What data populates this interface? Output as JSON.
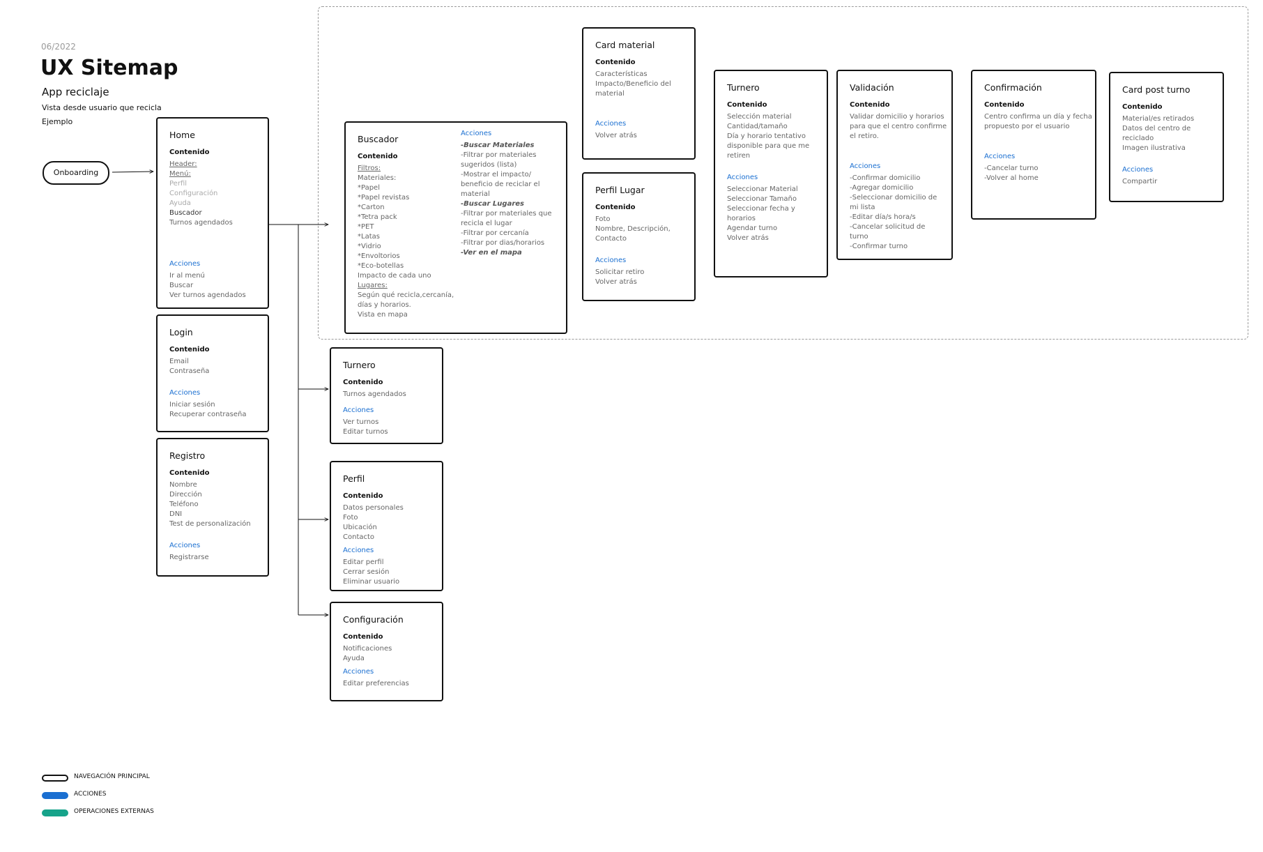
{
  "header": {
    "date": "06/2022",
    "title": "UX Sitemap",
    "subtitle": "App reciclaje",
    "note1": "Vista desde usuario que recicla",
    "note2": "Ejemplo"
  },
  "onboarding_label": "Onboarding",
  "cards": {
    "home": {
      "title": "Home",
      "content_label": "Contenido",
      "content": [
        "Header:",
        "Menú:",
        "Perfil",
        "Configuración",
        "Ayuda",
        "Buscador",
        "Turnos agendados"
      ],
      "actions_label": "Acciones",
      "actions": [
        "Ir al menú",
        "Buscar",
        "Ver turnos agendados"
      ]
    },
    "login": {
      "title": "Login",
      "content_label": "Contenido",
      "content": [
        "Email",
        "Contraseña"
      ],
      "actions_label": "Acciones",
      "actions": [
        "Iniciar sesión",
        "Recuperar contraseña"
      ]
    },
    "registro": {
      "title": "Registro",
      "content_label": "Contenido",
      "content": [
        "Nombre",
        "Dirección",
        "Teléfono",
        "DNI",
        "Test de personalización"
      ],
      "actions_label": "Acciones",
      "actions": [
        "Registrarse"
      ]
    },
    "buscador": {
      "title": "Buscador",
      "content_label": "Contenido",
      "content": [
        "Filtros:",
        "Materiales:",
        "*Papel",
        "*Papel revistas",
        "*Carton",
        "*Tetra pack",
        "*PET",
        "*Latas",
        "*Vidrio",
        "*Envoltorios",
        "*Eco-botellas",
        "Impacto de cada uno",
        "Lugares:",
        "Según qué recicla,cercanía,",
        "días y horarios.",
        "Vista en mapa"
      ],
      "actions_label": "Acciones",
      "actions": [
        "-Buscar Materiales",
        "-Filtrar por materiales",
        "sugeridos (lista)",
        "-Mostrar el impacto/",
        "beneficio de reciclar el",
        "material",
        "-Buscar Lugares",
        "-Filtrar por materiales que",
        "recicla el lugar",
        "-Filtrar por cercanía",
        "-Filtrar por dias/horarios",
        "-Ver en el mapa"
      ]
    },
    "card_material": {
      "title": "Card material",
      "content_label": "Contenido",
      "content": [
        "Características",
        "Impacto/Beneficio del",
        "material"
      ],
      "actions_label": "Acciones",
      "actions": [
        "Volver atrás"
      ]
    },
    "perfil_lugar": {
      "title": "Perfil Lugar",
      "content_label": "Contenido",
      "content": [
        "Foto",
        "Nombre, Descripción,",
        "Contacto"
      ],
      "actions_label": "Acciones",
      "actions": [
        "Solicitar retiro",
        "Volver atrás"
      ]
    },
    "turnero_top": {
      "title": "Turnero",
      "content_label": "Contenido",
      "content": [
        "Selección material",
        "Cantidad/tamaño",
        "Día y horario tentativo",
        "disponible para que me",
        "retiren"
      ],
      "actions_label": "Acciones",
      "actions": [
        "Seleccionar Material",
        "Seleccionar Tamaño",
        "Seleccionar fecha y",
        "horarios",
        "Agendar turno",
        "Volver atrás"
      ]
    },
    "validacion": {
      "title": "Validación",
      "content_label": "Contenido",
      "content": [
        "Validar domicilio y horarios",
        "para que el centro confirme",
        "el retiro."
      ],
      "actions_label": "Acciones",
      "actions": [
        "-Confirmar domicilio",
        "-Agregar domicilio",
        "-Seleccionar domicilio de",
        "mi lista",
        "-Editar día/s hora/s",
        "-Cancelar solicitud de",
        "turno",
        "-Confirmar turno"
      ]
    },
    "confirmacion": {
      "title": "Confirmación",
      "content_label": "Contenido",
      "content": [
        "Centro confirma un día y fecha",
        "propuesto por el usuario"
      ],
      "actions_label": "Acciones",
      "actions": [
        "-Cancelar turno",
        "-Volver al home"
      ]
    },
    "card_post": {
      "title": "Card post turno",
      "content_label": "Contenido",
      "content": [
        "Material/es retirados",
        "Datos del centro de",
        "reciclado",
        "Imagen ilustrativa"
      ],
      "actions_label": "Acciones",
      "actions": [
        "Compartir"
      ]
    },
    "turnero_low": {
      "title": "Turnero",
      "content_label": "Contenido",
      "content": [
        "Turnos agendados"
      ],
      "actions_label": "Acciones",
      "actions": [
        "Ver turnos",
        "Editar turnos"
      ]
    },
    "perfil": {
      "title": "Perfil",
      "content_label": "Contenido",
      "content": [
        "Datos personales",
        "Foto",
        "Ubicación",
        "Contacto"
      ],
      "actions_label": "Acciones",
      "actions": [
        "Editar perfil",
        "Cerrar sesión",
        "Eliminar usuario"
      ]
    },
    "configuracion": {
      "title": "Configuración",
      "content_label": "Contenido",
      "content": [
        "Notificaciones",
        "Ayuda"
      ],
      "actions_label": "Acciones",
      "actions": [
        "Editar preferencias"
      ]
    }
  },
  "legend": [
    {
      "label": "NAVEGACIÓN PRINCIPAL",
      "color": "#ffffff",
      "border": "#111111"
    },
    {
      "label": "ACCIONES",
      "color": "#1a6fd1",
      "border": "#1a6fd1"
    },
    {
      "label": "OPERACIONES EXTERNAS",
      "color": "#16a38a",
      "border": "#16a38a"
    }
  ],
  "colors": {
    "accent": "#1a6fd1",
    "muted_text": "#666666",
    "dashed_border": "#9a9a9a"
  }
}
